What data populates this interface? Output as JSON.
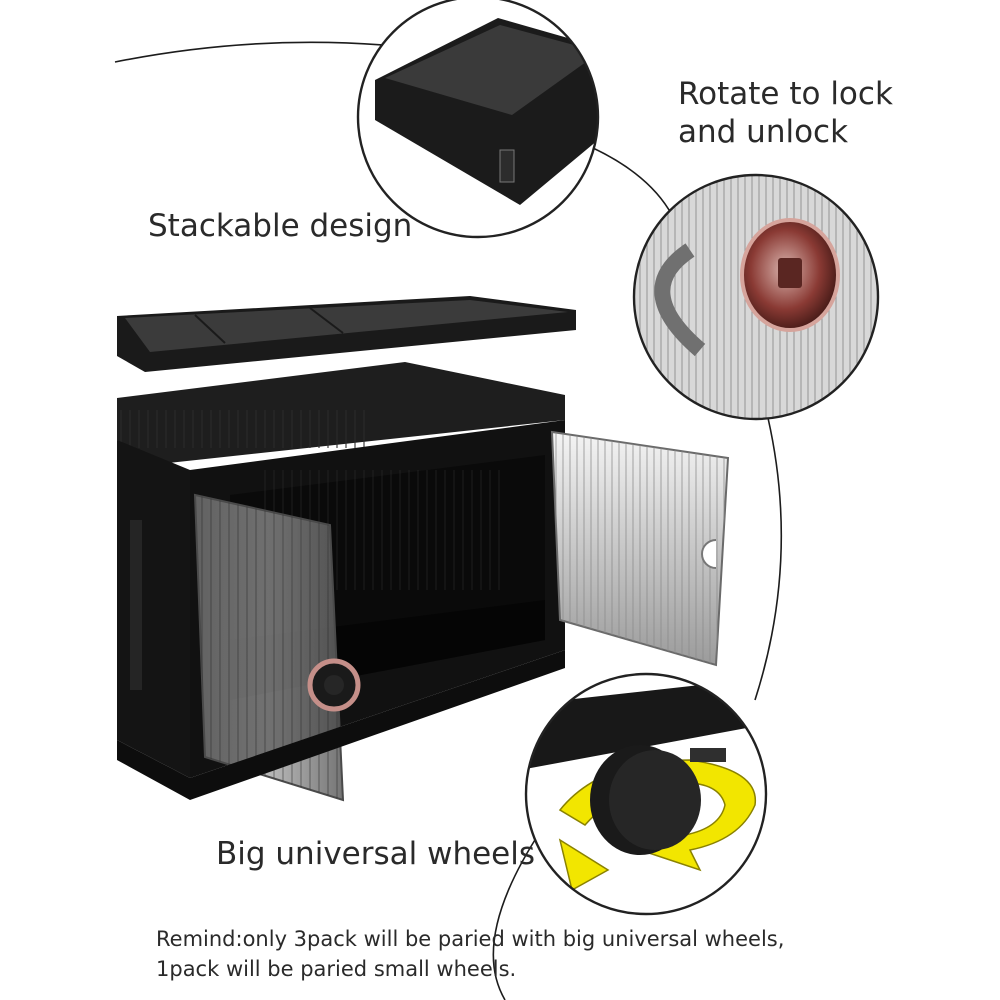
{
  "labels": {
    "stackable": "Stackable design",
    "rotate_line1": "Rotate to lock",
    "rotate_line2": "and unlock",
    "wheels": "Big universal wheels"
  },
  "remind": {
    "line1": "Remind:only 3pack will be paried with big universal wheels,",
    "line2": "1pack will be paried small wheels."
  },
  "colors": {
    "box_black": "#151515",
    "door_smoke": "#8c8c8c",
    "lock_rose": "#a5706a",
    "arrow_yellow": "#f2e600",
    "background": "#ffffff"
  }
}
